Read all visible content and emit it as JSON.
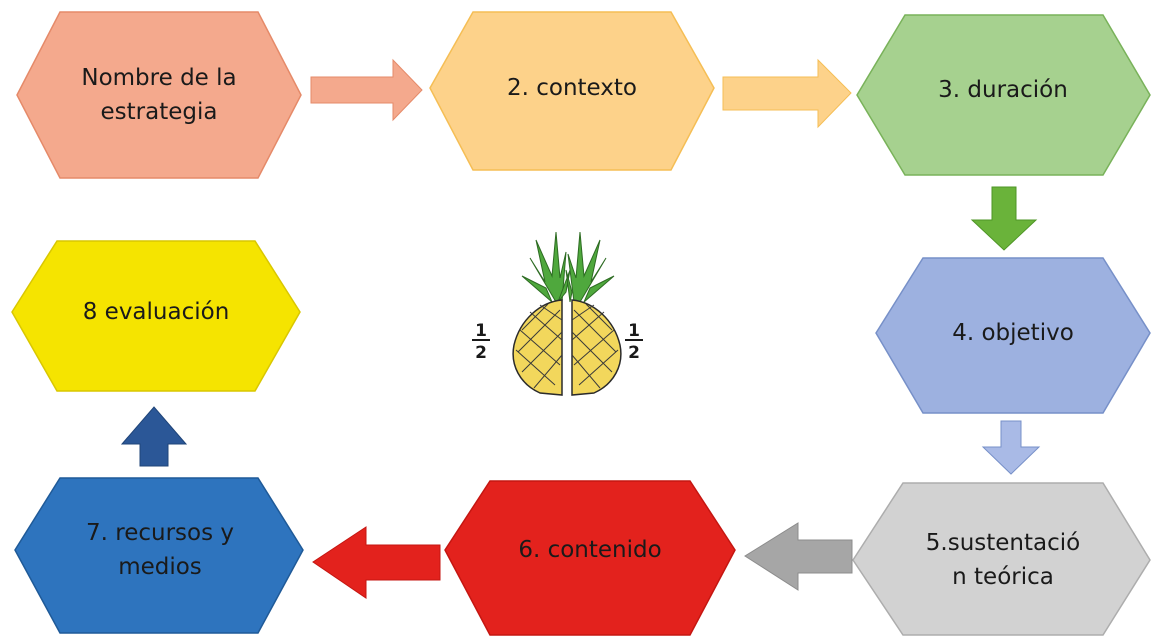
{
  "steps": {
    "step1": {
      "lines": [
        "Nombre de la",
        "estrategia"
      ],
      "fill": "#F4A98D",
      "stroke": "#E58A69",
      "text_color": "#1a1a1a"
    },
    "step2": {
      "lines": [
        "2. contexto"
      ],
      "fill": "#FDD28A",
      "stroke": "#F5BE55",
      "text_color": "#1a1a1a"
    },
    "step3": {
      "lines": [
        "3. duración"
      ],
      "fill": "#A6D18F",
      "stroke": "#79B25A",
      "text_color": "#1a1a1a"
    },
    "step4": {
      "lines": [
        "4. objetivo"
      ],
      "fill": "#9DB1E0",
      "stroke": "#7790C8",
      "text_color": "#1a1a1a"
    },
    "step5": {
      "lines": [
        "5.sustentació",
        "n teórica"
      ],
      "fill": "#D2D2D2",
      "stroke": "#ADADAD",
      "text_color": "#1a1a1a"
    },
    "step6": {
      "lines": [
        "6. contenido"
      ],
      "fill": "#E3221D",
      "stroke": "#C51611",
      "text_color": "#1a1a1a"
    },
    "step7": {
      "lines": [
        "7. recursos y",
        "medios"
      ],
      "fill": "#2E74BE",
      "stroke": "#1F5A98",
      "text_color": "#1a1a1a"
    },
    "step8": {
      "lines": [
        "8 evaluación"
      ],
      "fill": "#F5E400",
      "stroke": "#D9C700",
      "text_color": "#1a1a1a"
    }
  },
  "arrows": {
    "a12": {
      "fill": "#F4A98D",
      "stroke": "#E58A69"
    },
    "a23": {
      "fill": "#FDD28A",
      "stroke": "#F5BE55"
    },
    "a34": {
      "fill": "#6AB33A",
      "stroke": "#4E9526"
    },
    "a45": {
      "fill": "#A9BAE6",
      "stroke": "#7790C8"
    },
    "a56": {
      "fill": "#A6A6A6",
      "stroke": "#8C8C8C"
    },
    "a67": {
      "fill": "#E3221D",
      "stroke": "#C51611"
    },
    "a78": {
      "fill": "#2B5797",
      "stroke": "#1F4478"
    }
  },
  "illustration": {
    "name": "pineapple-halves",
    "fraction_left": {
      "numerator": "1",
      "denominator": "2"
    },
    "fraction_right": {
      "numerator": "1",
      "denominator": "2"
    },
    "crown_color": "#4FA83D",
    "fruit_color": "#F2D75C"
  }
}
